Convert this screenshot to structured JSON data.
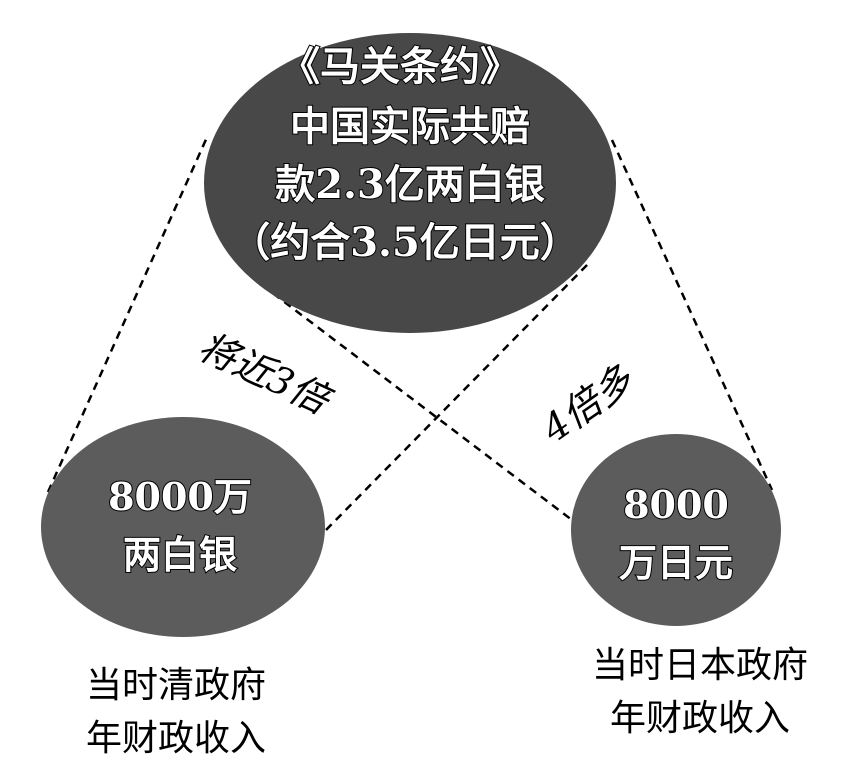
{
  "center": {
    "lines": [
      "《马关条约》",
      "中国实际共赔",
      "款2.3亿两白银",
      "（约合3.5亿日元）"
    ]
  },
  "left_circle": {
    "lines": [
      "8000万",
      "两白银"
    ]
  },
  "right_circle": {
    "lines": [
      "8000",
      "万日元"
    ]
  },
  "left_ratio": "将近3倍",
  "right_ratio": "4倍多",
  "left_caption": {
    "lines": [
      "当时清政府",
      "年财政收入"
    ]
  },
  "right_caption": {
    "lines": [
      "当时日本政府",
      "年财政收入"
    ]
  },
  "colors": {
    "center": "#484848",
    "left": "#5c5c5c",
    "right": "#5c5c5c"
  }
}
